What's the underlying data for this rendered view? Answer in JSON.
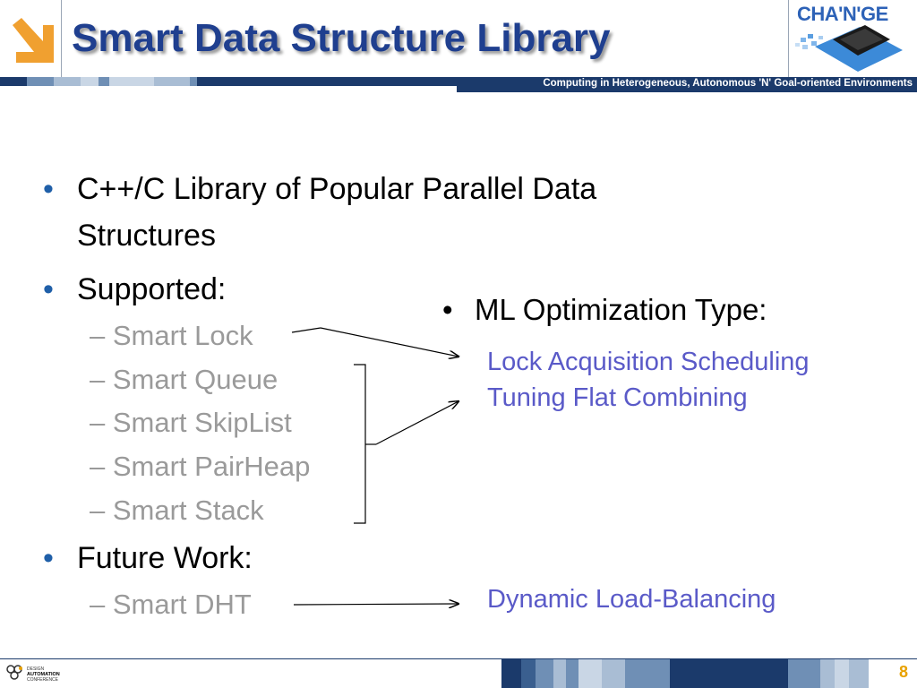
{
  "header": {
    "title": "Smart Data Structure Library",
    "tagline": "Computing in Heterogeneous, Autonomous 'N' Goal-oriented Environments",
    "logo_text": "CHA'N'GE",
    "arrow_icon": "down-right-arrow-icon",
    "arrow_color": "#f0a030"
  },
  "bullets": {
    "b1_line1": "C++/C Library of Popular Parallel Data",
    "b1_line2": "Structures",
    "b2": "Supported:",
    "supported": [
      "Smart Lock",
      "Smart Queue",
      "Smart SkipList",
      "Smart PairHeap",
      "Smart Stack"
    ],
    "b3": "Future Work:",
    "future": [
      "Smart DHT"
    ]
  },
  "ml": {
    "heading": "ML Optimization Type:",
    "lock": "Lock Acquisition Scheduling",
    "flat": "Tuning Flat Combining",
    "future": "Dynamic Load-Balancing"
  },
  "footer": {
    "page_number": "8",
    "logo_lines": [
      "DESIGN",
      "AUTOMATION",
      "CONFERENCE"
    ]
  },
  "colors": {
    "title": "#1f3f8f",
    "navy": "#1b3a6b",
    "optimization_text": "#5a5ac8",
    "sub_items": "#9a9a9a",
    "page_number": "#e8a100"
  }
}
